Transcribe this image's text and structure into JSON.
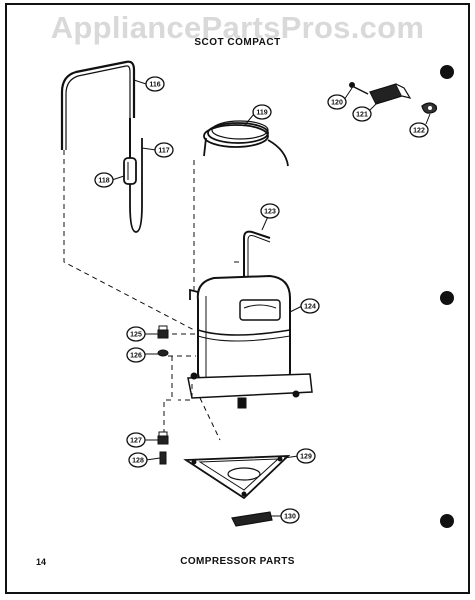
{
  "watermark": "AppliancePartsPros.com",
  "model_label": "SCOT COMPACT",
  "page_number": "14",
  "caption": "COMPRESSOR PARTS",
  "callouts": [
    {
      "id": "p116",
      "label": "116"
    },
    {
      "id": "p117",
      "label": "117"
    },
    {
      "id": "p118",
      "label": "118"
    },
    {
      "id": "p119",
      "label": "119"
    },
    {
      "id": "p120",
      "label": "120"
    },
    {
      "id": "p121",
      "label": "121"
    },
    {
      "id": "p122",
      "label": "122"
    },
    {
      "id": "p123",
      "label": "123"
    },
    {
      "id": "p124",
      "label": "124"
    },
    {
      "id": "p125",
      "label": "125"
    },
    {
      "id": "p126",
      "label": "126"
    },
    {
      "id": "p127",
      "label": "127"
    },
    {
      "id": "p128",
      "label": "128"
    },
    {
      "id": "p129",
      "label": "129"
    },
    {
      "id": "p130",
      "label": "130"
    }
  ]
}
